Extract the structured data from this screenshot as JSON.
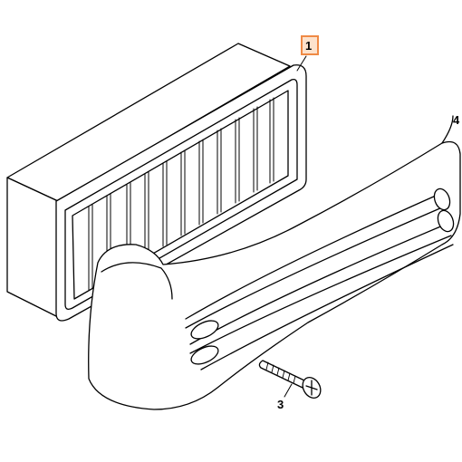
{
  "diagram": {
    "labels": {
      "part_1": "1",
      "part_3": "3",
      "part_4": "4"
    },
    "highlight_color": "#ef8a45",
    "highlight_fill": "#fde2cc",
    "line_color": "#000000"
  }
}
